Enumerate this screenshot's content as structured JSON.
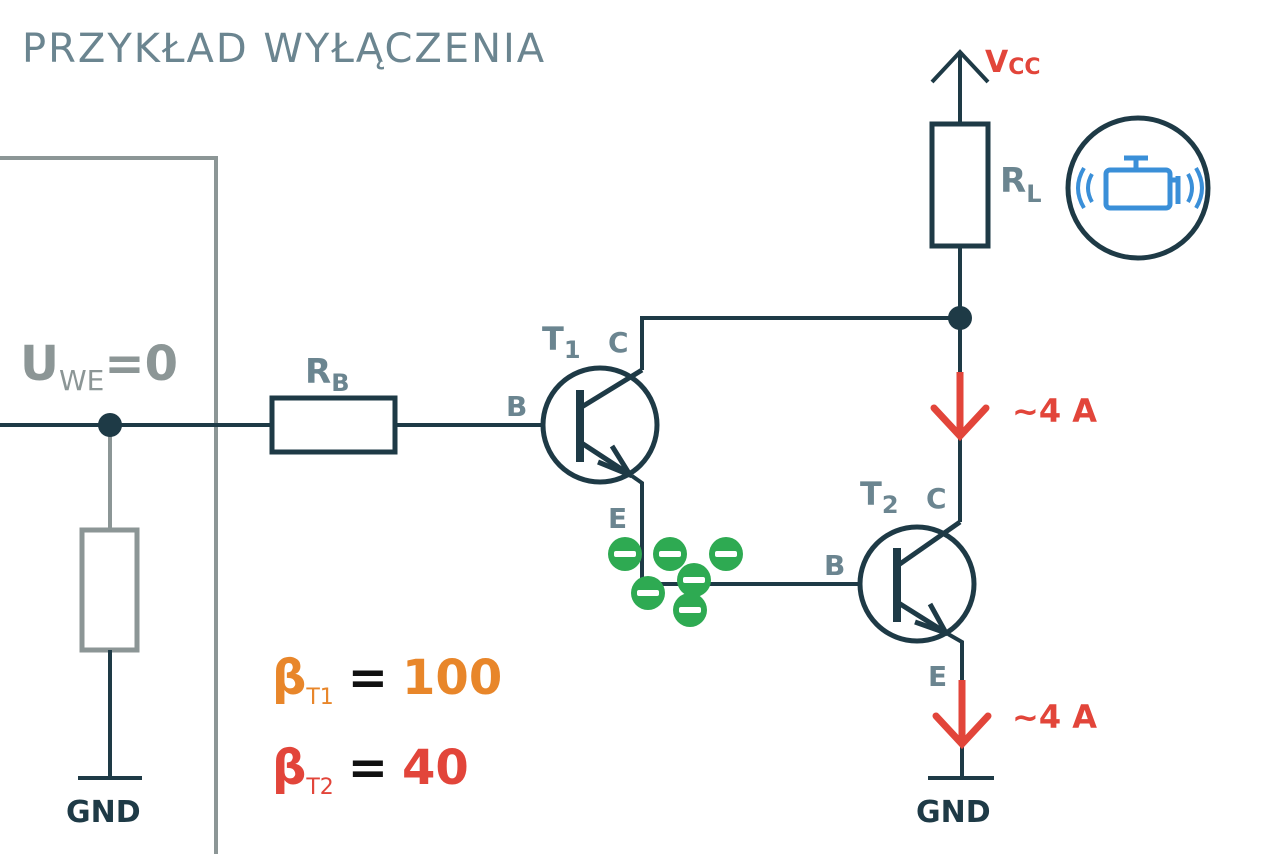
{
  "title": "PRZYKŁAD WYŁĄCZENIA",
  "input": {
    "u": "U",
    "u_sub": "WE",
    "value": "=0"
  },
  "resistors": {
    "rb": {
      "main": "R",
      "sub": "B"
    },
    "rl": {
      "main": "R",
      "sub": "L"
    }
  },
  "supply": {
    "main": "V",
    "sub": "CC"
  },
  "transistors": {
    "t1": {
      "main": "T",
      "sub": "1",
      "base": "B",
      "collector": "C",
      "emitter": "E"
    },
    "t2": {
      "main": "T",
      "sub": "2",
      "base": "B",
      "collector": "C",
      "emitter": "E"
    }
  },
  "currents": {
    "top": "~4 A",
    "bottom": "~4 A"
  },
  "ground": {
    "left": "GND",
    "right": "GND"
  },
  "betas": {
    "t1": {
      "symbol": "β",
      "sub": "T1",
      "eq": "= 100"
    },
    "t2": {
      "symbol": "β",
      "sub": "T2",
      "eq": "= 40"
    }
  },
  "colors": {
    "wire": "#1e3a46",
    "gray": "#8c9696",
    "label": "#6b8590",
    "red": "#e2453a",
    "orange": "#e8862a",
    "green": "#2eaa52",
    "blue": "#3a8fd8"
  },
  "icons": {
    "load": "engine-check-icon"
  }
}
